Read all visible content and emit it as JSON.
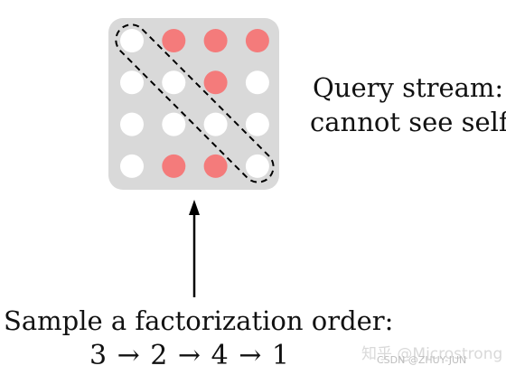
{
  "query_stream": {
    "line1": "Query stream:",
    "line2": "cannot see self"
  },
  "factorization": {
    "heading": "Sample a factorization order:",
    "sequence": "3 → 2 → 4 → 1"
  },
  "watermark": {
    "zhihu": "知乎 @Microstrong",
    "csdn": "CSDN @ZHUY-JUN"
  },
  "matrix": {
    "rows": [
      [
        "white",
        "red",
        "red",
        "red"
      ],
      [
        "white",
        "white",
        "red",
        "white"
      ],
      [
        "white",
        "white",
        "white",
        "white"
      ],
      [
        "white",
        "red",
        "red",
        "white"
      ]
    ]
  },
  "colors": {
    "panel": "#d9d9d9",
    "red_dot": "#f47b7b",
    "white_dot": "#ffffff",
    "dash": "#000000"
  }
}
